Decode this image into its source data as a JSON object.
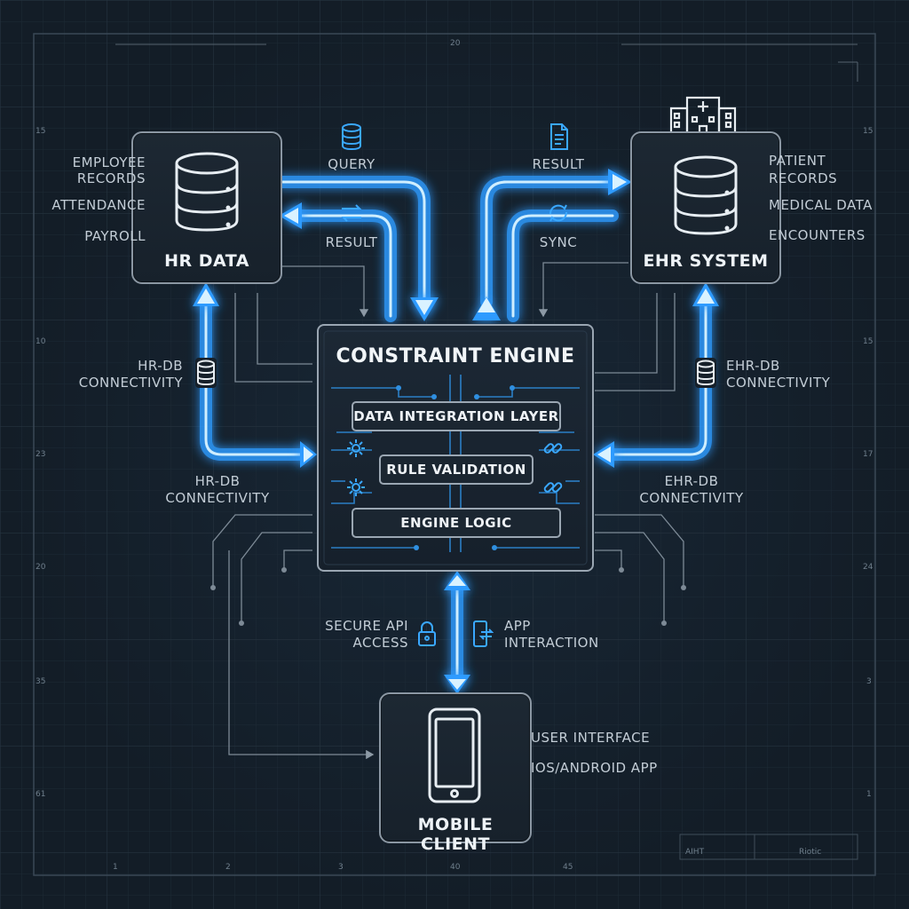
{
  "nodes": {
    "hr": {
      "title": "HR DATA",
      "fields": [
        "EMPLOYEE",
        "RECORDS",
        "ATTENDANCE",
        "PAYROLL"
      ]
    },
    "ehr": {
      "title": "EHR SYSTEM",
      "fields": [
        "PATIENT",
        "RECORDS",
        "MEDICAL DATA",
        "ENCOUNTERS"
      ]
    },
    "engine": {
      "title": "CONSTRAINT ENGINE",
      "layers": [
        "DATA INTEGRATION LAYER",
        "RULE VALIDATION",
        "ENGINE LOGIC"
      ]
    },
    "mobile": {
      "title": "MOBILE CLIENT",
      "fields": [
        "USER INTERFACE",
        "IOS/ANDROID APP"
      ]
    }
  },
  "edges": {
    "hr_query": "QUERY",
    "hr_result": "RESULT",
    "ehr_result": "RESULT",
    "ehr_sync": "SYNC",
    "hr_db_top": [
      "HR-DB",
      "CONNECTIVITY"
    ],
    "hr_db_bottom": [
      "HR-DB",
      "CONNECTIVITY"
    ],
    "ehr_db_top": [
      "EHR-DB",
      "CONNECTIVITY"
    ],
    "ehr_db_bottom": [
      "EHR-DB",
      "CONNECTIVITY"
    ],
    "secure_api": [
      "SECURE API",
      "ACCESS"
    ],
    "app_interaction": [
      "APP",
      "INTERACTION"
    ]
  },
  "rulers": {
    "top": "20",
    "left": [
      "15",
      "10",
      "23",
      "20",
      "35",
      "61"
    ],
    "right": [
      "15",
      "15",
      "17",
      "24",
      "3",
      "1"
    ],
    "bottom": [
      "1",
      "2",
      "3",
      "40",
      "45"
    ],
    "stamp": [
      "AIHT",
      "Riotic"
    ]
  },
  "colors": {
    "background": "#131d27",
    "glow": "#3aa8ff",
    "glow_core": "#bfe6ff",
    "box_border": "#8b97a3",
    "text": "#c3cdd6"
  },
  "icons": [
    "database-icon",
    "document-icon",
    "sync-icon",
    "hospital-icon",
    "gear-icon",
    "link-icon",
    "lock-icon",
    "phone-transfer-icon",
    "smartphone-icon"
  ]
}
